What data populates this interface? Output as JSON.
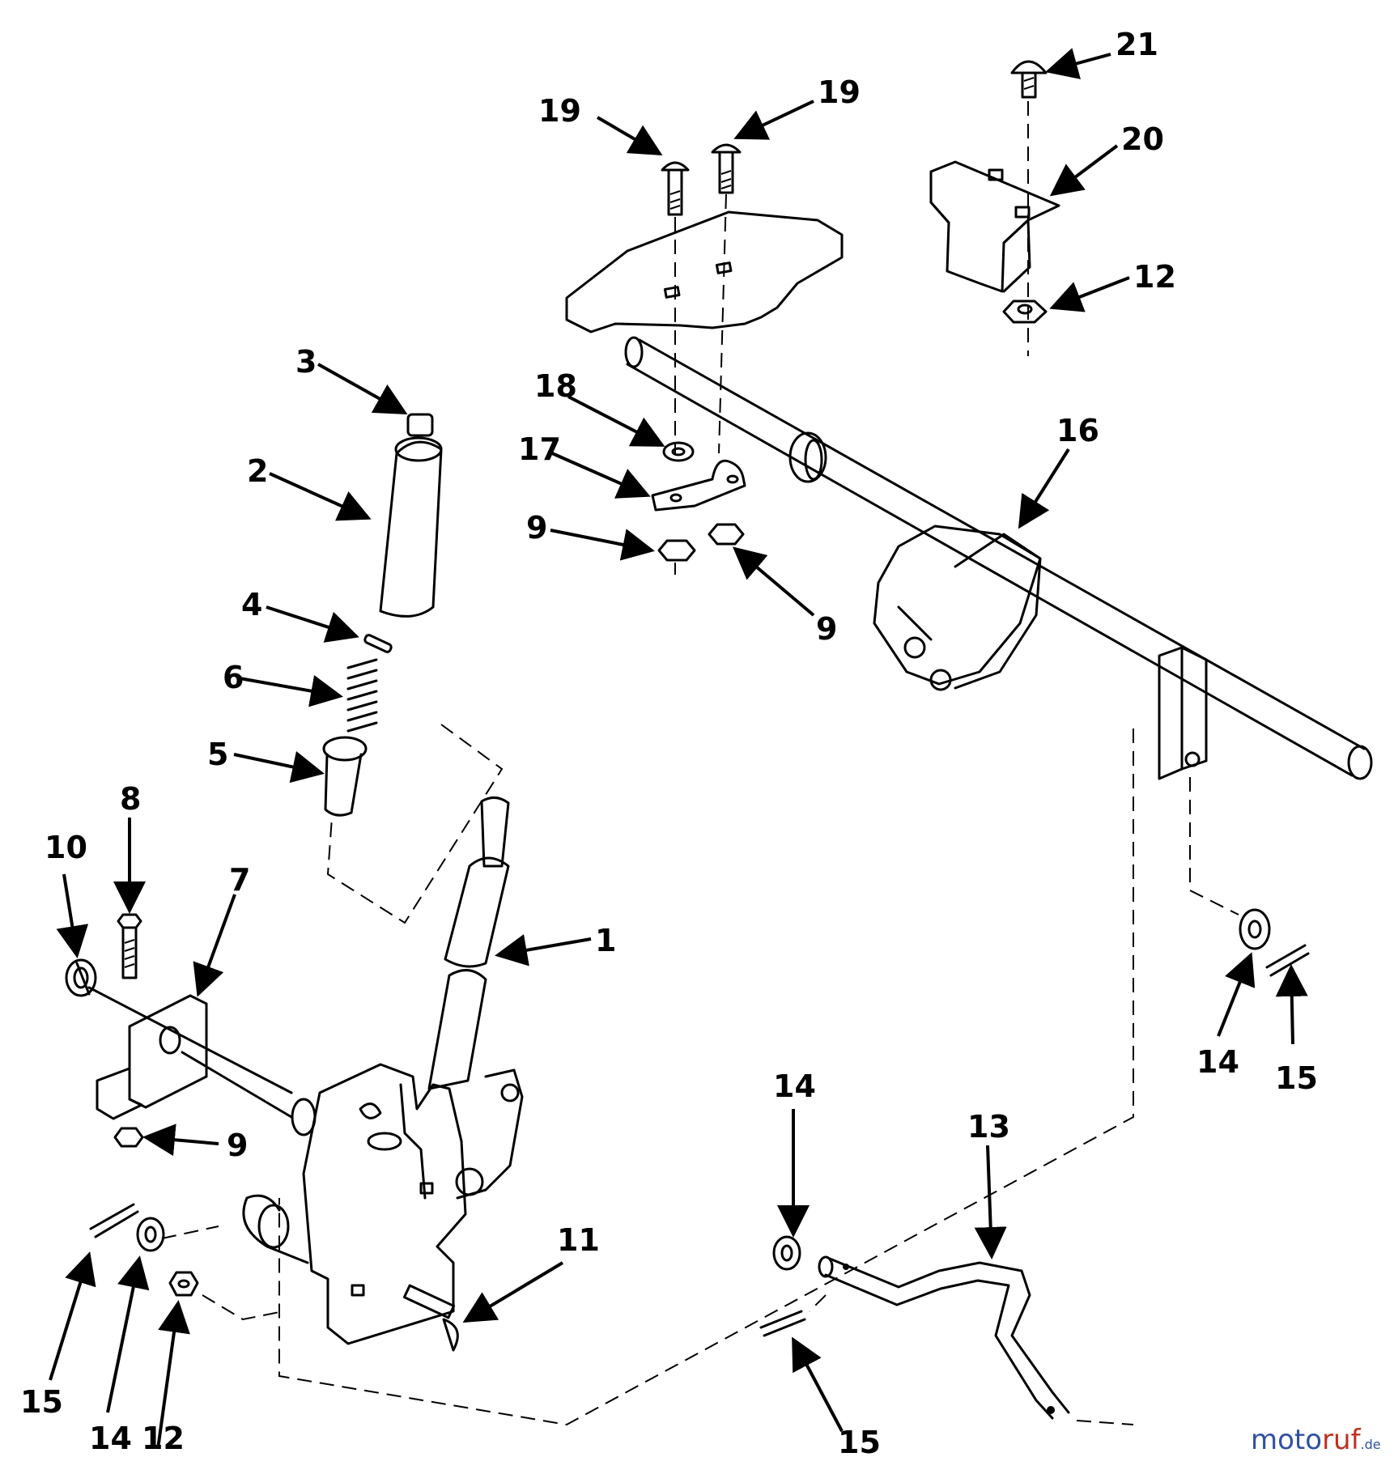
{
  "diagram": {
    "callouts": [
      {
        "id": "c21",
        "text": "21"
      },
      {
        "id": "c19a",
        "text": "19"
      },
      {
        "id": "c19b",
        "text": "19"
      },
      {
        "id": "c20",
        "text": "20"
      },
      {
        "id": "c12a",
        "text": "12"
      },
      {
        "id": "c3",
        "text": "3"
      },
      {
        "id": "c18",
        "text": "18"
      },
      {
        "id": "c16",
        "text": "16"
      },
      {
        "id": "c17",
        "text": "17"
      },
      {
        "id": "c2",
        "text": "2"
      },
      {
        "id": "c9a",
        "text": "9"
      },
      {
        "id": "c9b",
        "text": "9"
      },
      {
        "id": "c4",
        "text": "4"
      },
      {
        "id": "c6",
        "text": "6"
      },
      {
        "id": "c5",
        "text": "5"
      },
      {
        "id": "c8",
        "text": "8"
      },
      {
        "id": "c10",
        "text": "10"
      },
      {
        "id": "c7",
        "text": "7"
      },
      {
        "id": "c1",
        "text": "1"
      },
      {
        "id": "c9c",
        "text": "9"
      },
      {
        "id": "c14a",
        "text": "14"
      },
      {
        "id": "c15a",
        "text": "15"
      },
      {
        "id": "c14b",
        "text": "14"
      },
      {
        "id": "c13",
        "text": "13"
      },
      {
        "id": "c11",
        "text": "11"
      },
      {
        "id": "c15b",
        "text": "15"
      },
      {
        "id": "c14c",
        "text": "14"
      },
      {
        "id": "c12b",
        "text": "12"
      },
      {
        "id": "c15c",
        "text": "15"
      }
    ]
  },
  "watermark": {
    "part1": "moto",
    "part2": "ruf",
    "suffix": ".de",
    "color1": "#3050a0",
    "color2": "#c03020"
  }
}
